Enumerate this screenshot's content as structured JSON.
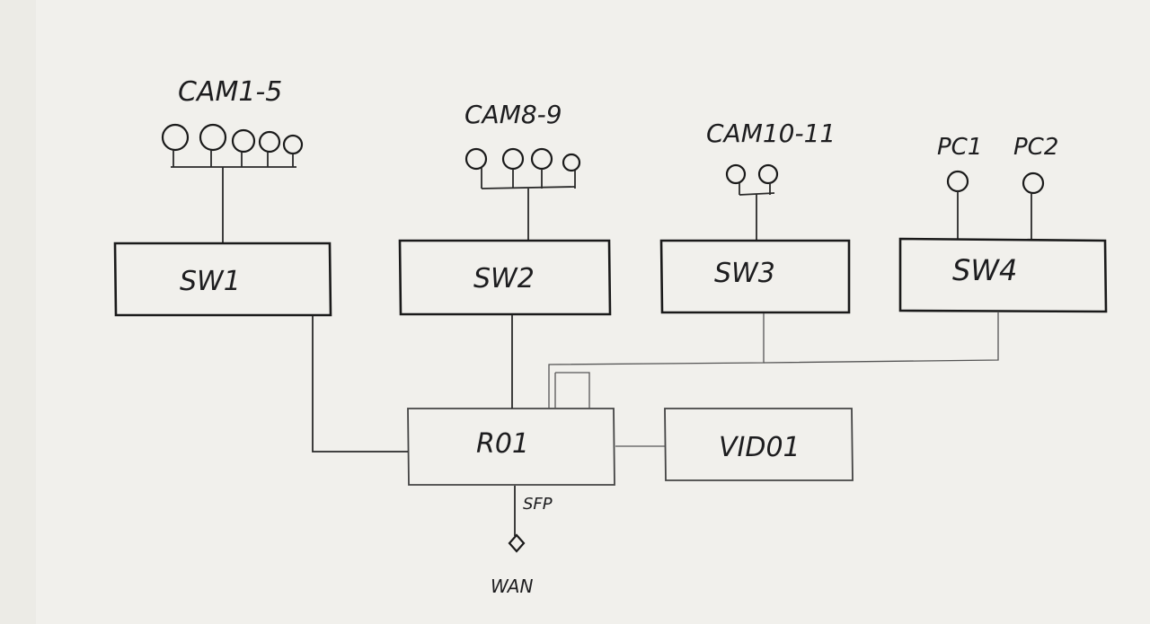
{
  "labels": {
    "cam_1_5": "CAM1-5",
    "cam_8_9": "CAM8-9",
    "cam_10_11": "CAM10-11",
    "pc1": "PC1",
    "pc2": "PC2",
    "sw1": "SW1",
    "sw2": "SW2",
    "sw3": "SW3",
    "sw4": "SW4",
    "r01": "R01",
    "vid01": "VID01",
    "sfp": "SFP",
    "wan": "WAN"
  },
  "colors": {
    "paper": "#f1f0ec",
    "ink": "#1a1a1a"
  },
  "icons": {
    "camera": "camera-icon",
    "pc": "pc-icon",
    "wan": "wan-diamond-icon"
  }
}
